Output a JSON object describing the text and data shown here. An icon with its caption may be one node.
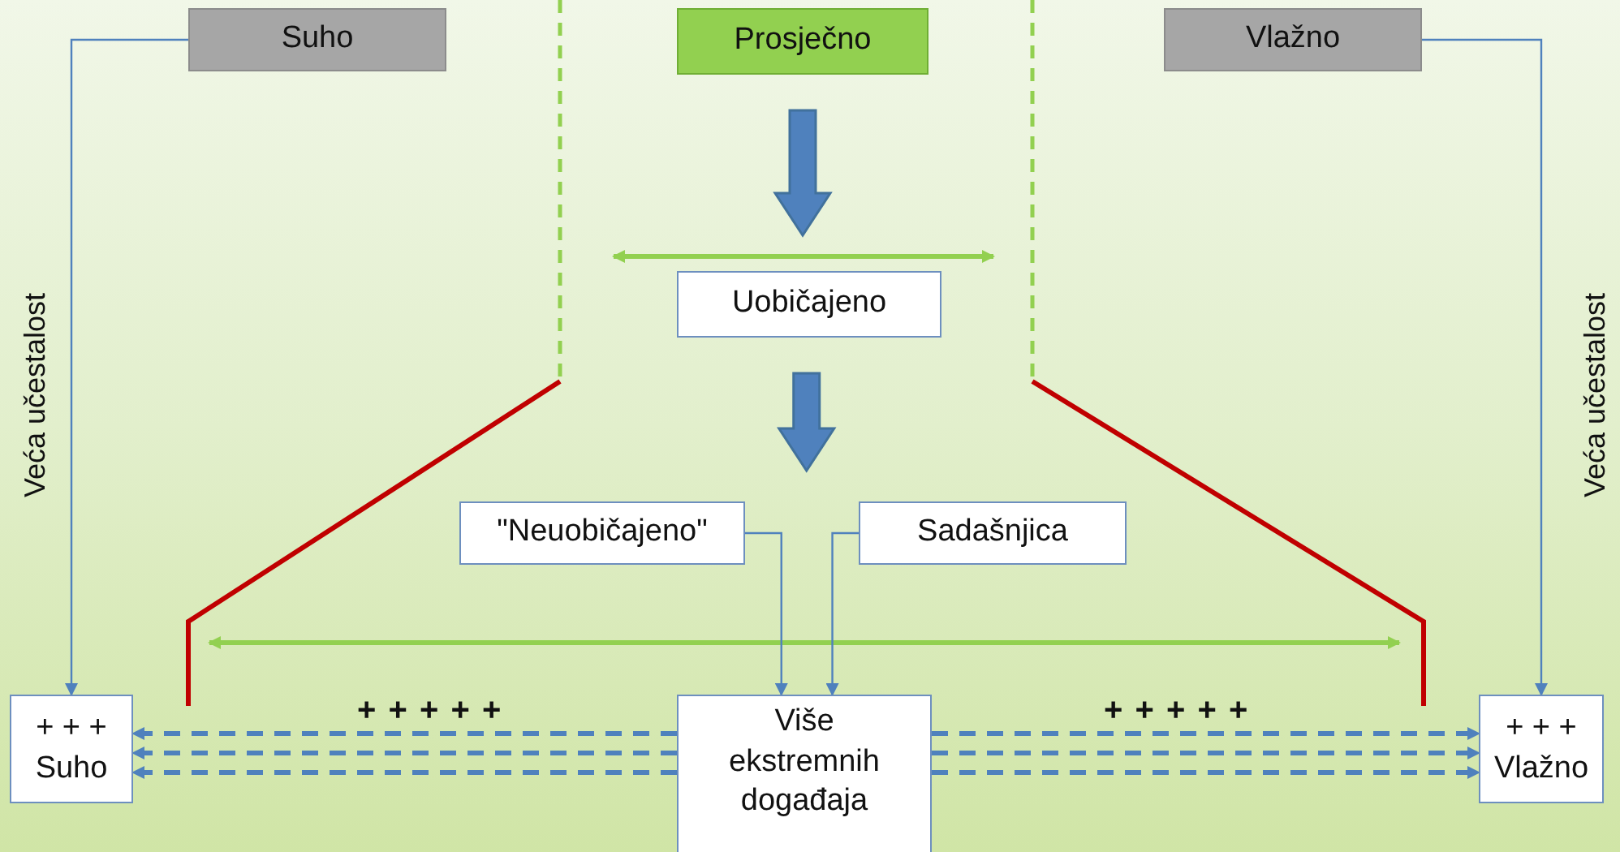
{
  "diagram": {
    "nodes": [
      {
        "text": [
          "Suho"
        ]
      },
      {
        "text": [
          "Prosječno"
        ]
      },
      {
        "text": [
          "Vlažno"
        ]
      },
      {
        "text": [
          "Uobičajeno"
        ]
      },
      {
        "text": [
          "\"Neuobičajeno\""
        ]
      },
      {
        "text": [
          "Sadašnjica"
        ]
      },
      {
        "text": [
          "+ + +",
          "Suho"
        ]
      },
      {
        "text": [
          "Više ekstremnih događaja"
        ]
      },
      {
        "text": [
          "+ + +",
          "Vlažno"
        ]
      }
    ],
    "edges": [
      {
        "from": 0,
        "to": 6,
        "arrow": "to",
        "label": "Veća učestalost"
      },
      {
        "from": 2,
        "to": 8,
        "arrow": "to",
        "label": "Veća učestalost"
      },
      {
        "from": 1,
        "to": 3,
        "arrow": "to",
        "style": "thick"
      },
      {
        "from": 3,
        "to": null,
        "arrow": "to",
        "style": "thick"
      },
      {
        "from": 4,
        "to": 7,
        "arrow": "to"
      },
      {
        "from": 5,
        "to": 7,
        "arrow": "to"
      },
      {
        "from": 7,
        "to": 6,
        "arrow": "to",
        "style": "dashed",
        "label": "+ + + + +"
      },
      {
        "from": 7,
        "to": 6,
        "arrow": "to",
        "style": "dashed"
      },
      {
        "from": 7,
        "to": 6,
        "arrow": "to",
        "style": "dashed"
      },
      {
        "from": 7,
        "to": 8,
        "arrow": "to",
        "style": "dashed",
        "label": "+ + + + +"
      },
      {
        "from": 7,
        "to": 8,
        "arrow": "to",
        "style": "dashed"
      },
      {
        "from": 7,
        "to": 8,
        "arrow": "to",
        "style": "dashed"
      }
    ]
  }
}
